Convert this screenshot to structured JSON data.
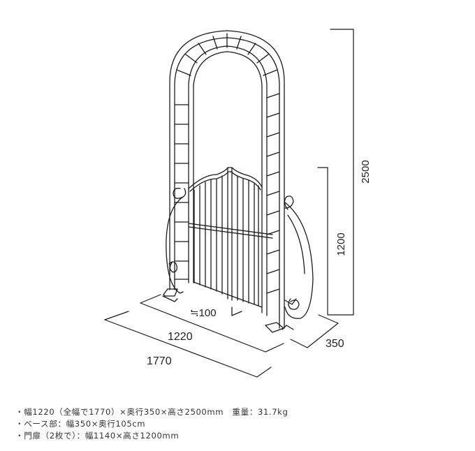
{
  "dimensions": {
    "height_total": "2500",
    "gate_height": "1200",
    "depth": "350",
    "width": "1220",
    "full_width": "1770",
    "gap": "≒100"
  },
  "specs": [
    "・幅1220（全幅で1770）×奥行350×高さ2500mm　重量：31.7kg",
    "・ベース部：幅350×奥行105cm",
    "・門扉（2枚で）：幅1140×高さ1200mm"
  ]
}
